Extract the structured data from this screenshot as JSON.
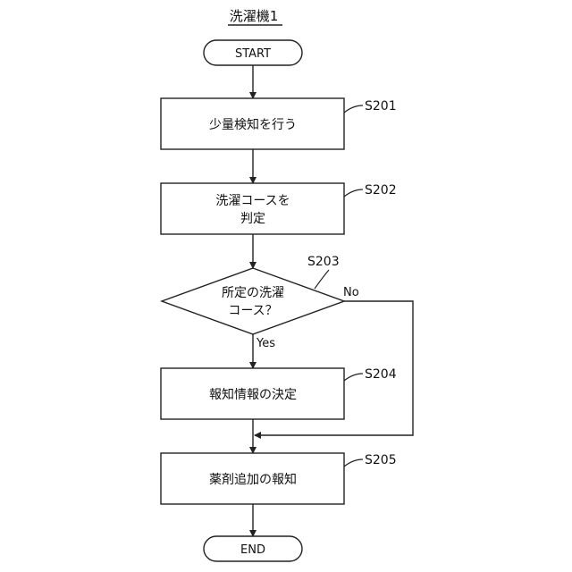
{
  "title": "洗濯機1",
  "start": "START",
  "end": "END",
  "steps": [
    {
      "id": "S201",
      "lines": [
        "少量検知を行う"
      ]
    },
    {
      "id": "S202",
      "lines": [
        "洗濯コースを",
        "判定"
      ]
    },
    {
      "id": "S204",
      "lines": [
        "報知情報の決定"
      ]
    },
    {
      "id": "S205",
      "lines": [
        "薬剤追加の報知"
      ]
    }
  ],
  "decision": {
    "id": "S203",
    "lines": [
      "所定の洗濯",
      "コース？"
    ],
    "yes": "Yes",
    "no": "No"
  }
}
